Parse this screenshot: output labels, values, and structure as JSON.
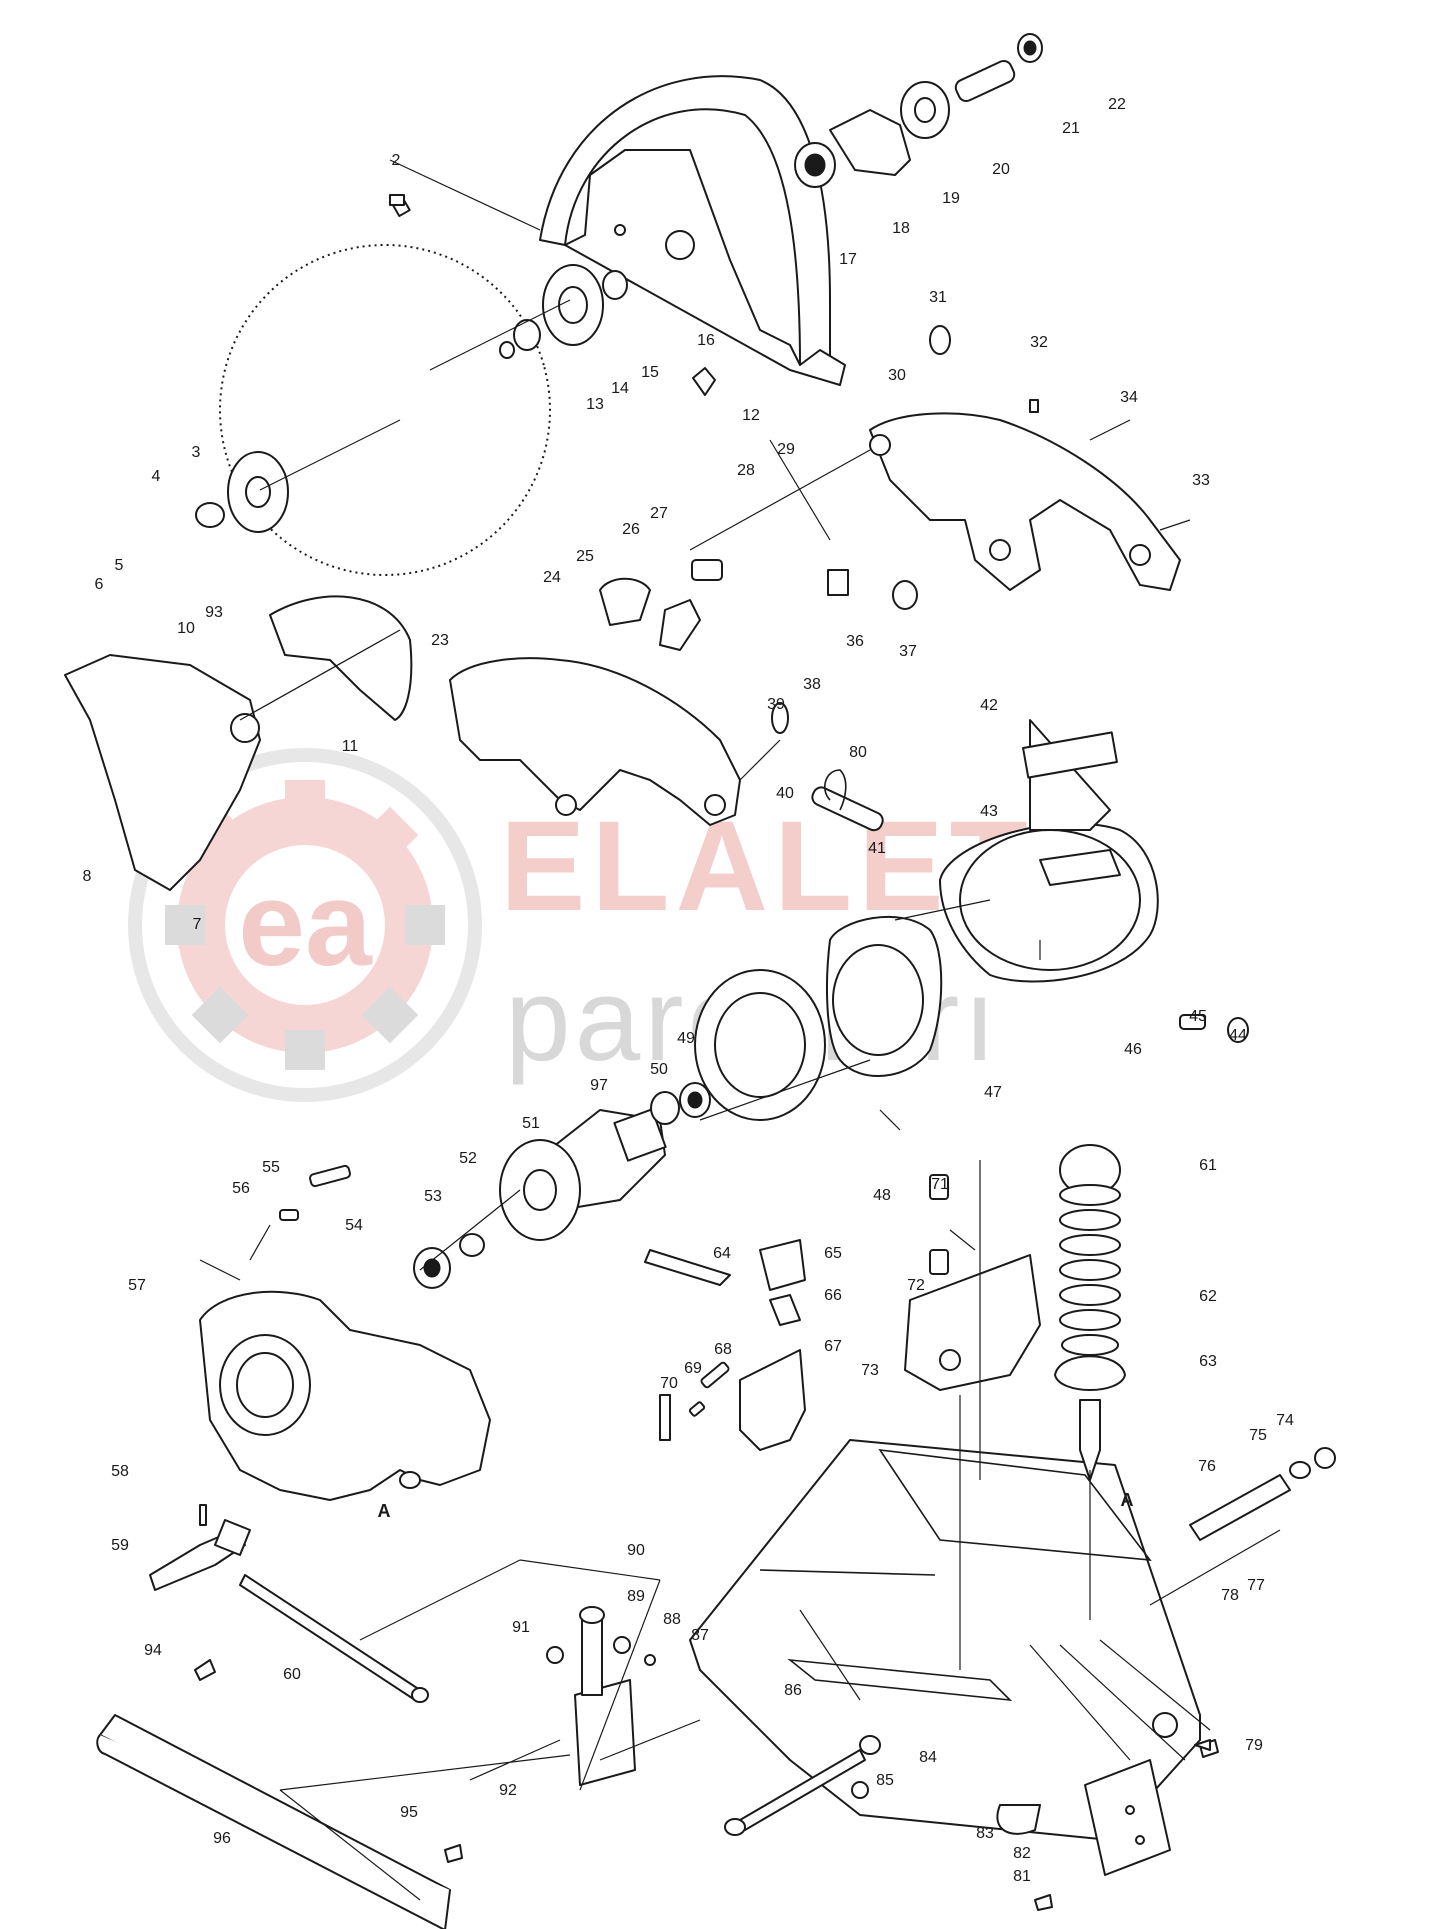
{
  "watermark": {
    "brand": "ELALETİ",
    "sub": "parçaları",
    "logo_letters": "ea",
    "brand_color": "#e38b86",
    "sub_color": "#9a9a9a"
  },
  "reference_marks": [
    "A",
    "A"
  ],
  "callouts": [
    "2",
    "3",
    "4",
    "5",
    "6",
    "7",
    "8",
    "10",
    "11",
    "12",
    "13",
    "14",
    "15",
    "16",
    "17",
    "18",
    "19",
    "20",
    "21",
    "22",
    "23",
    "24",
    "25",
    "26",
    "27",
    "28",
    "29",
    "30",
    "31",
    "32",
    "33",
    "34",
    "36",
    "37",
    "38",
    "39",
    "40",
    "41",
    "42",
    "43",
    "44",
    "45",
    "46",
    "47",
    "48",
    "49",
    "50",
    "51",
    "52",
    "53",
    "54",
    "55",
    "56",
    "57",
    "58",
    "59",
    "60",
    "61",
    "62",
    "63",
    "64",
    "65",
    "66",
    "67",
    "68",
    "69",
    "70",
    "71",
    "72",
    "73",
    "74",
    "75",
    "76",
    "77",
    "78",
    "79",
    "80",
    "81",
    "82",
    "83",
    "84",
    "85",
    "86",
    "87",
    "88",
    "89",
    "90",
    "91",
    "92",
    "93",
    "94",
    "95",
    "96",
    "97"
  ]
}
